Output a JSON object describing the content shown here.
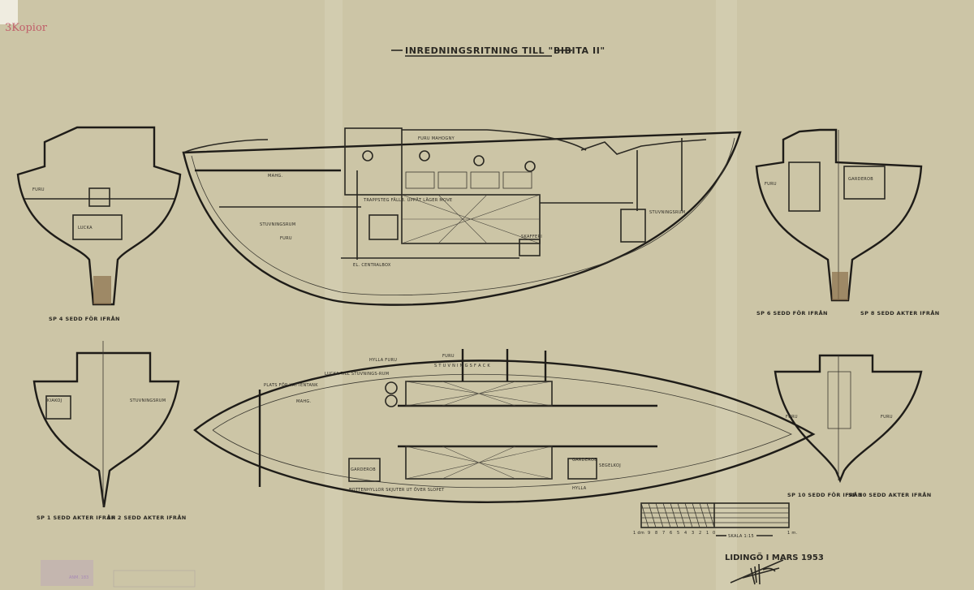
{
  "title": "INREDNINGSRITNING TILL \"BIBITA II\"",
  "note_handwritten": "3Kopior",
  "section_captions": {
    "sp4": "SP 4 SEDD FÖR IFRÅN",
    "sp6": "SP 6 SEDD FÖR IFRÅN",
    "sp8": "SP 8 SEDD AKTER IFRÅN",
    "sp1": "SP 1 SEDD AKTER IFRÅN",
    "sp2": "SP 2 SEDD AKTER IFRÅN",
    "sp10f": "SP 10 SEDD FÖR IFRÅN",
    "sp10a": "SP 10 SEDD AKTER IFRÅN"
  },
  "profile_labels": {
    "furu_mahogny": "FURU MAHOGNY",
    "stuvningsrum": "STUVNINGSRUM",
    "el_centralbox": "EL. CENTRALBOX",
    "mahogny": "MAHG.",
    "furu": "FURU",
    "trappsteg": "TRAPPSTEG FÄLLB. UPPÅT LÄGER MOVE",
    "skafferi": "SKAFFERI"
  },
  "plan_labels": {
    "stuvningsfack": "S T U V N I N G S F A C K",
    "hylla_furu": "HYLLA FURU",
    "furu": "FURU",
    "mahg": "MAHG.",
    "lucka_till": "LUCKA TILL STUVNINGS-RUM",
    "plats_for": "PLATS FÖR VATTENTANK",
    "garderob": "GARDEROB",
    "garderob2": "GARDEROB",
    "hylla": "HYLLA",
    "segelkoj": "SEGELKOJ",
    "bottom_note": "BOTTENHYLLOR SKJUTER UT ÖVER SLOPET"
  },
  "section_labels": {
    "furu": "FURU",
    "lucka": "LUCKA",
    "garderob": "GARDEROB",
    "stuvningsrum": "STUVNINGSRUM",
    "kiakoj": "KIAKOJ"
  },
  "scale": {
    "ticks": [
      "1 dm",
      "9",
      "8",
      "7",
      "6",
      "5",
      "4",
      "3",
      "2",
      "1",
      "0"
    ],
    "end_label": "1 m.",
    "label": "SKALA 1:15"
  },
  "place_date": "LIDINGÖ I MARS 1953",
  "stamp_text": "ANM. 183"
}
